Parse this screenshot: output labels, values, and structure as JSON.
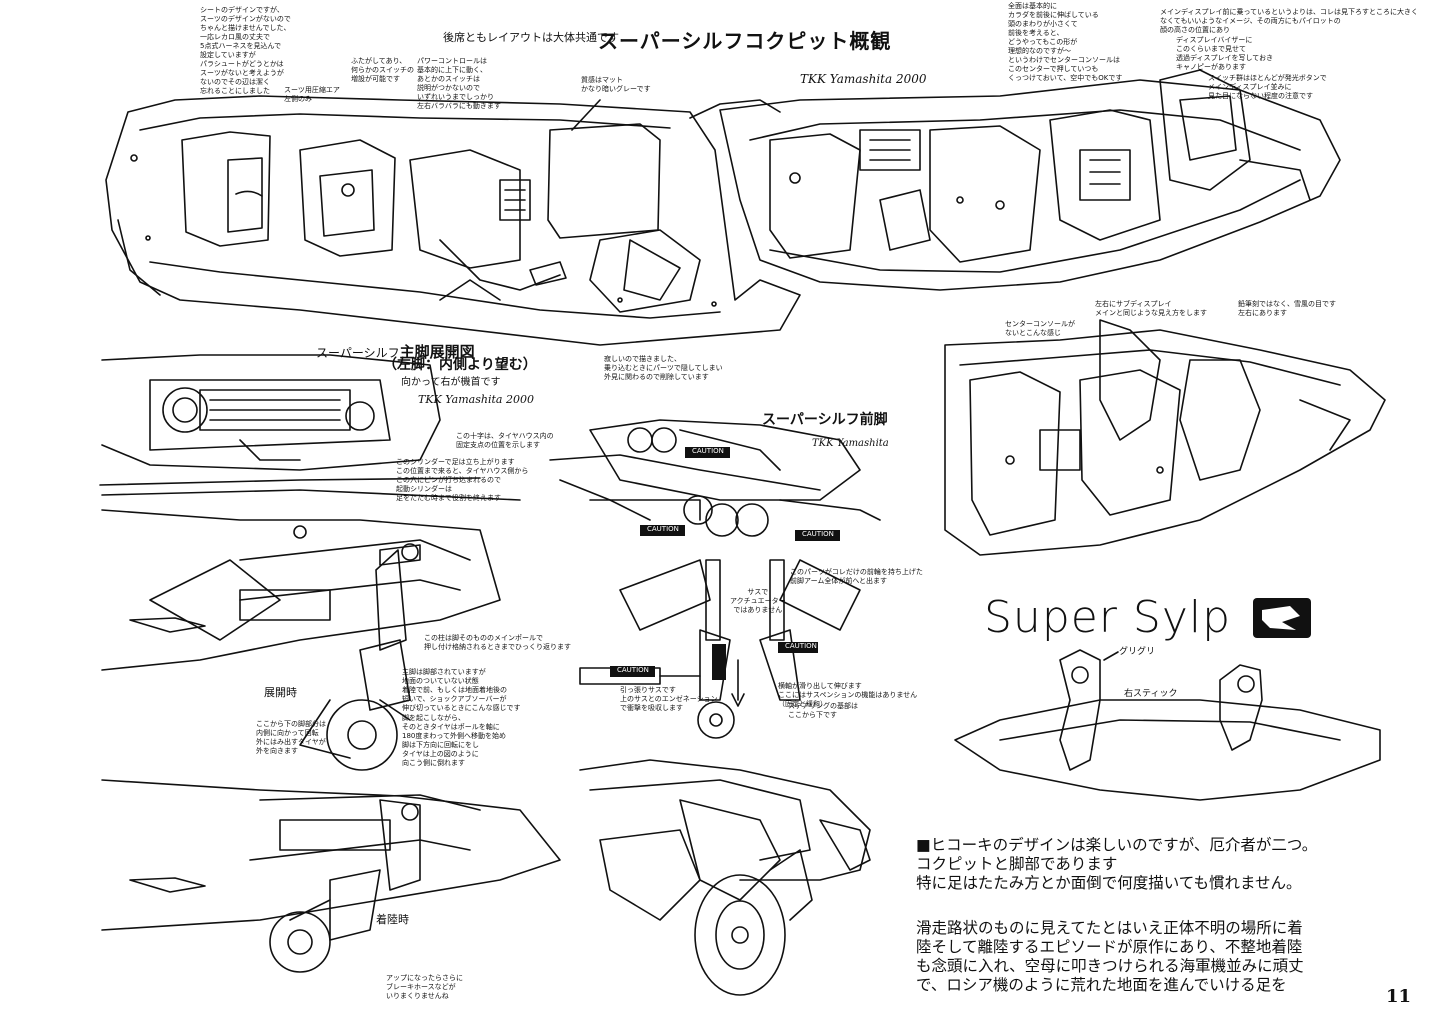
{
  "header": {
    "subtitle": "後席ともレイアウトは大体共通です",
    "title": "スーパーシルフコクピット概観",
    "signature_top": "TKK Yamashita 2000"
  },
  "cockpit_notes": {
    "seat_note": "シートのデザインですが、\nスーツのデザインがないので\nちゃんと描けませんでした、\n一応レカロ風の丈夫で\n5点式ハーネスを見込んで\n設定していますが\nパラシュートがどうとかは\nスーツがないと考えようが\nないのでその辺は潔く\n忘れることにしました",
    "suit_pressure": "スーツ用圧縮エア\n左側のみ",
    "switch_note": "ふたがしてあり、\n何らかのスイッチの\n増設が可能です",
    "power_control": "パワーコントロールは\n基本的に上下に動く、\nあとかのスイッチは\n説明がつかないので\nいずれいうまでしっかり\n左右バラバラにも動きます",
    "gray_note": "質感はマット\nかなり暗いグレーです",
    "center_console_rear": "全面は基本的に\nカラダを前後に伸ばしている\n頭のまわりが小さくて\n前後を考えると、\nどうやってもこの形が\n理想的なのですが〜\nというわけでセンターコンソールは\nこのセンターで押していつも\nくっつけておいて、空中でもOKです",
    "main_display": "メインディスプレイ前に乗っているというよりは、コレは見下ろすところに大きく\nなくてもいいようなイメージ、その両方にもパイロットの\n顔の高さの位置にあり",
    "display_visor": "ディスプレイバイザーに\nこのくらいまで見せて\n透過ディスプレイを写しておき\nキャノピーがあります",
    "switch_black": "スイッチ群はほとんどが発光ボタンで\nメインディスプレイ並みに\n見た目にならない程度の注意です",
    "left_display": "左右にサブディスプレイ\nメインと同じような見え方をします",
    "not_pencil": "鉛筆刻ではなく、雪風の目です\n左右にあります",
    "fit_note": "寂しいので描きました、\n乗り込むときにパーツで隠してしまい\n外見に関わるので削除しています",
    "center_console_bottom": "センターコンソールが\nないとこんな感じ"
  },
  "main_gear": {
    "title_prefix": "スーパーシルフ",
    "title_main": "主脚展開図",
    "title_sub": "（左脚：内側より望む）",
    "direction": "向かって右が機首です",
    "signature": "TKK Yamashita 2000",
    "note_cross": "この十字は、タイヤハウス内の\n固定支点の位置を示します",
    "note_cylinder": "このシリンダーで足は立ち上がります\nこの位置まで来ると、タイヤハウス側から\nこの穴にピンが打ち込まれるので\n起動シリンダーは\n足をたたむ時まで役割を終えます",
    "note_main_pole": "この柱は脚そのもののメインポールで\n押し付け格納されるときまでひっくり返ります",
    "note_damper": "主脚は脚部されていますが\n地面のついていない状態\n着陸で前、もしくは地面着地後の\n短いで、ショックアブソーバーが\n伸び切っているときにこんな感じです",
    "note_fold": "脚を起こしながら、\nそのときタイヤはポールを軸に\n180度まわって外側へ移動を始め\n脚は下方向に回転にをし\nタイヤは上の図のように\n向こう側に倒れます",
    "note_brake_small": "ここから下の脚部分は\n内側に向かって回転\n外にはみ出すタイヤが\n外を向きます",
    "deployed_label": "展開時",
    "landing_label": "着陸時",
    "note_brake_hose": "アップになったらさらに\nブレーキホースなどが\nいりまくりませんね"
  },
  "nose_gear": {
    "title": "スーパーシルフ前脚",
    "signature": "TKK Yamashita",
    "caution": "CAUTION",
    "note_parts": "このパーツがコレだけの前輪を持ち上げた\n前脚アーム全体が前へと出ます",
    "note_suspension": "サスで\nアクチュエーター\nではありません",
    "note_pull": "引っ張りサスです\n上のサスとのエンゼネーション\nで衝撃を吸収します",
    "note_retract": "横軸が滑り出して伸びます\nここにはサスペンションの機能はありません\n（固定と緩和）",
    "note_steering": "ステアリングの基部は\nここから下です"
  },
  "logo": {
    "text": "Super Sylp"
  },
  "stick": {
    "grip_label": "グリグリ",
    "right_stick": "右スティック"
  },
  "commentary": {
    "para1": "■ヒコーキのデザインは楽しいのですが、厄介者が二つ。\nコクピットと脚部であります\n特に足はたたみ方とか面倒で何度描いても慣れません。",
    "para2": "滑走路状のものに見えてたとはいえ正体不明の場所に着\n陸そして離陸するエピソードが原作にあり、不整地着陸\nも念頭に入れ、空母に叩きつけられる海軍機並みに頑丈\nで、ロシア機のように荒れた地面を進んでいける足を"
  },
  "page_number": "11"
}
